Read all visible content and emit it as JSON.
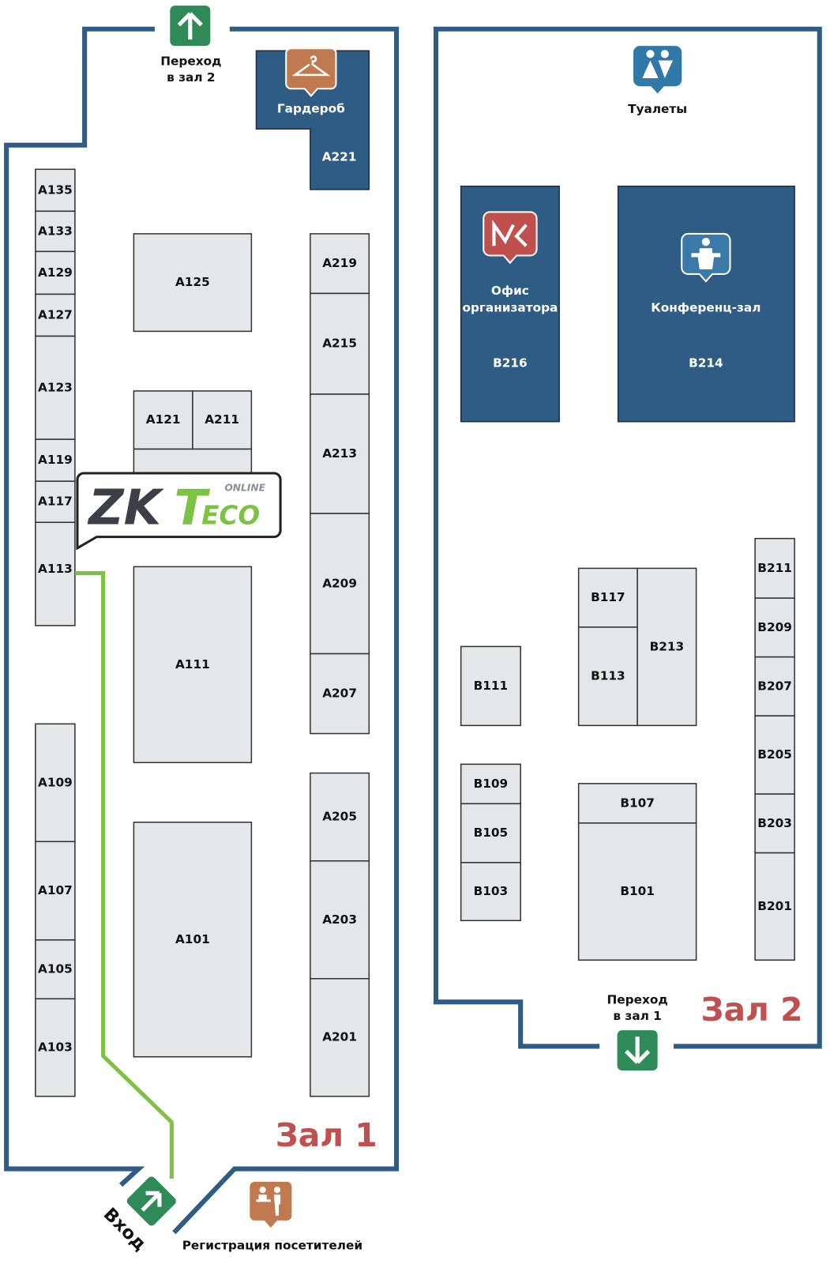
{
  "halls": {
    "hall1": {
      "title": "Зал 1"
    },
    "hall2": {
      "title": "Зал 2"
    }
  },
  "navigation": {
    "to_hall2": {
      "line1": "Переход",
      "line2": "в зал 2",
      "icon": "arrow-up-icon"
    },
    "to_hall1": {
      "line1": "Переход",
      "line2": "в зал 1",
      "icon": "arrow-down-icon"
    },
    "entrance": {
      "label": "Вход",
      "icon": "arrow-up-right-icon"
    }
  },
  "facilities": {
    "cloakroom": {
      "label": "Гардероб",
      "booth": "A221",
      "icon": "hanger-icon"
    },
    "toilets": {
      "label": "Туалеты",
      "icon": "restroom-icon"
    },
    "organizer_office": {
      "line1": "Офис",
      "line2": "организатора",
      "booth": "B216",
      "icon": "mvk-logo-icon"
    },
    "conference_hall": {
      "label": "Конференц-зал",
      "booth": "B214",
      "icon": "podium-icon"
    },
    "registration": {
      "label": "Регистрация посетителей",
      "icon": "registration-desk-icon"
    }
  },
  "exhibitor": {
    "name": "ZKTeco",
    "tag": "ONLINE",
    "booth": "A113"
  },
  "booths": [
    "A135",
    "A133",
    "A129",
    "A127",
    "A123",
    "A119",
    "A117",
    "A113",
    "A109",
    "A107",
    "A105",
    "A103",
    "A125",
    "A121",
    "A211",
    "A111",
    "A101",
    "A219",
    "A215",
    "A213",
    "A209",
    "A207",
    "A205",
    "A203",
    "A201",
    "B111",
    "B109",
    "B105",
    "B103",
    "B117",
    "B113",
    "B213",
    "B107",
    "B101",
    "B211",
    "B209",
    "B207",
    "B205",
    "B203",
    "B201"
  ],
  "colors": {
    "wall": "#2e5c84",
    "booth": "#e5e6e8",
    "route": "#7dc242",
    "exit": "#2e8b57",
    "pin": "#c17a50",
    "hall_title": "#c0504d"
  }
}
